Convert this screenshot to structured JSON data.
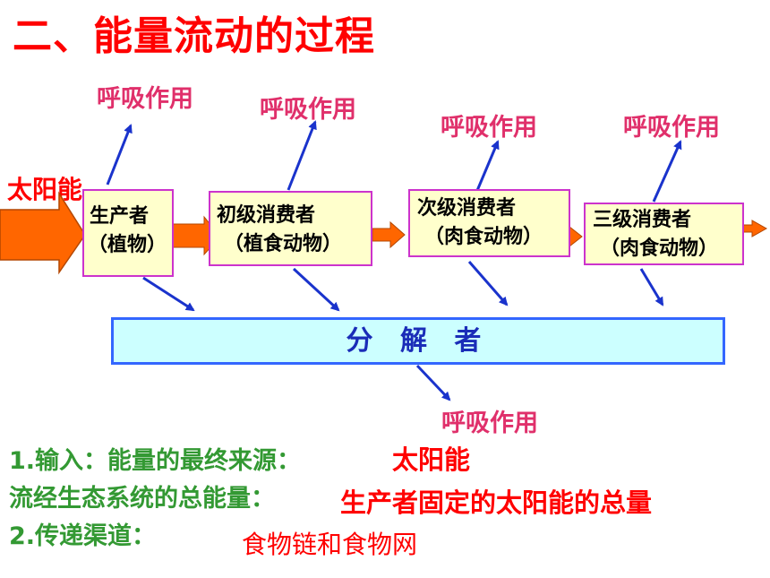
{
  "title": "二、能量流动的过程",
  "respiration_label": "呼吸作用",
  "sun_label": "太阳能",
  "nodes": {
    "producer": {
      "line1": "生产者",
      "line2": "（植物）"
    },
    "primary": {
      "line1": "初级消费者",
      "line2": "（植食动物）"
    },
    "secondary": {
      "line1": "次级消费者",
      "line2": "（肉食动物）"
    },
    "tertiary": {
      "line1": "三级消费者",
      "line2": "（肉食动物）"
    }
  },
  "decomposer": "分 解 者",
  "notes": {
    "q1": "1.输入：能量的最终来源：",
    "a1": "太阳能",
    "q1b": "流经生态系统的总能量：",
    "a1b": "生产者固定的太阳能的总量",
    "q2": "2.传递渠道：",
    "a2": "食物链和食物网"
  },
  "colors": {
    "title": "#ff0000",
    "respiration": "#e0306b",
    "flow_arrow": "#ff6600",
    "blue_arrow": "#1a33cc",
    "box_border": "#cc33cc",
    "box_fill": "#ffffcc",
    "decomposer_fill": "#ccffff",
    "decomposer_border": "#3366ff",
    "note_green": "#339933"
  }
}
